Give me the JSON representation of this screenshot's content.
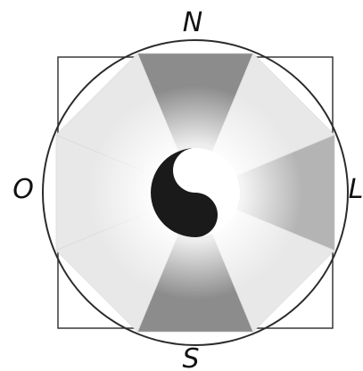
{
  "compass": {
    "north": "N",
    "south": "S",
    "west": "O",
    "east": "L"
  },
  "colors": {
    "outline": "#2b2b2b",
    "yin": "#1a1a1a",
    "yang": "#ffffff",
    "shade_dark": "#8c8c8c",
    "shade_mid": "#b4b4b4",
    "shade_light": "#e8e8e8",
    "center_glow": "#ffffff"
  },
  "sectors": [
    {
      "name": "north",
      "shade": "dark"
    },
    {
      "name": "northeast",
      "shade": "light"
    },
    {
      "name": "east",
      "shade": "mid"
    },
    {
      "name": "southeast",
      "shade": "light"
    },
    {
      "name": "south",
      "shade": "dark"
    },
    {
      "name": "southwest",
      "shade": "light"
    },
    {
      "name": "west",
      "shade": "light"
    },
    {
      "name": "northwest",
      "shade": "light"
    }
  ]
}
